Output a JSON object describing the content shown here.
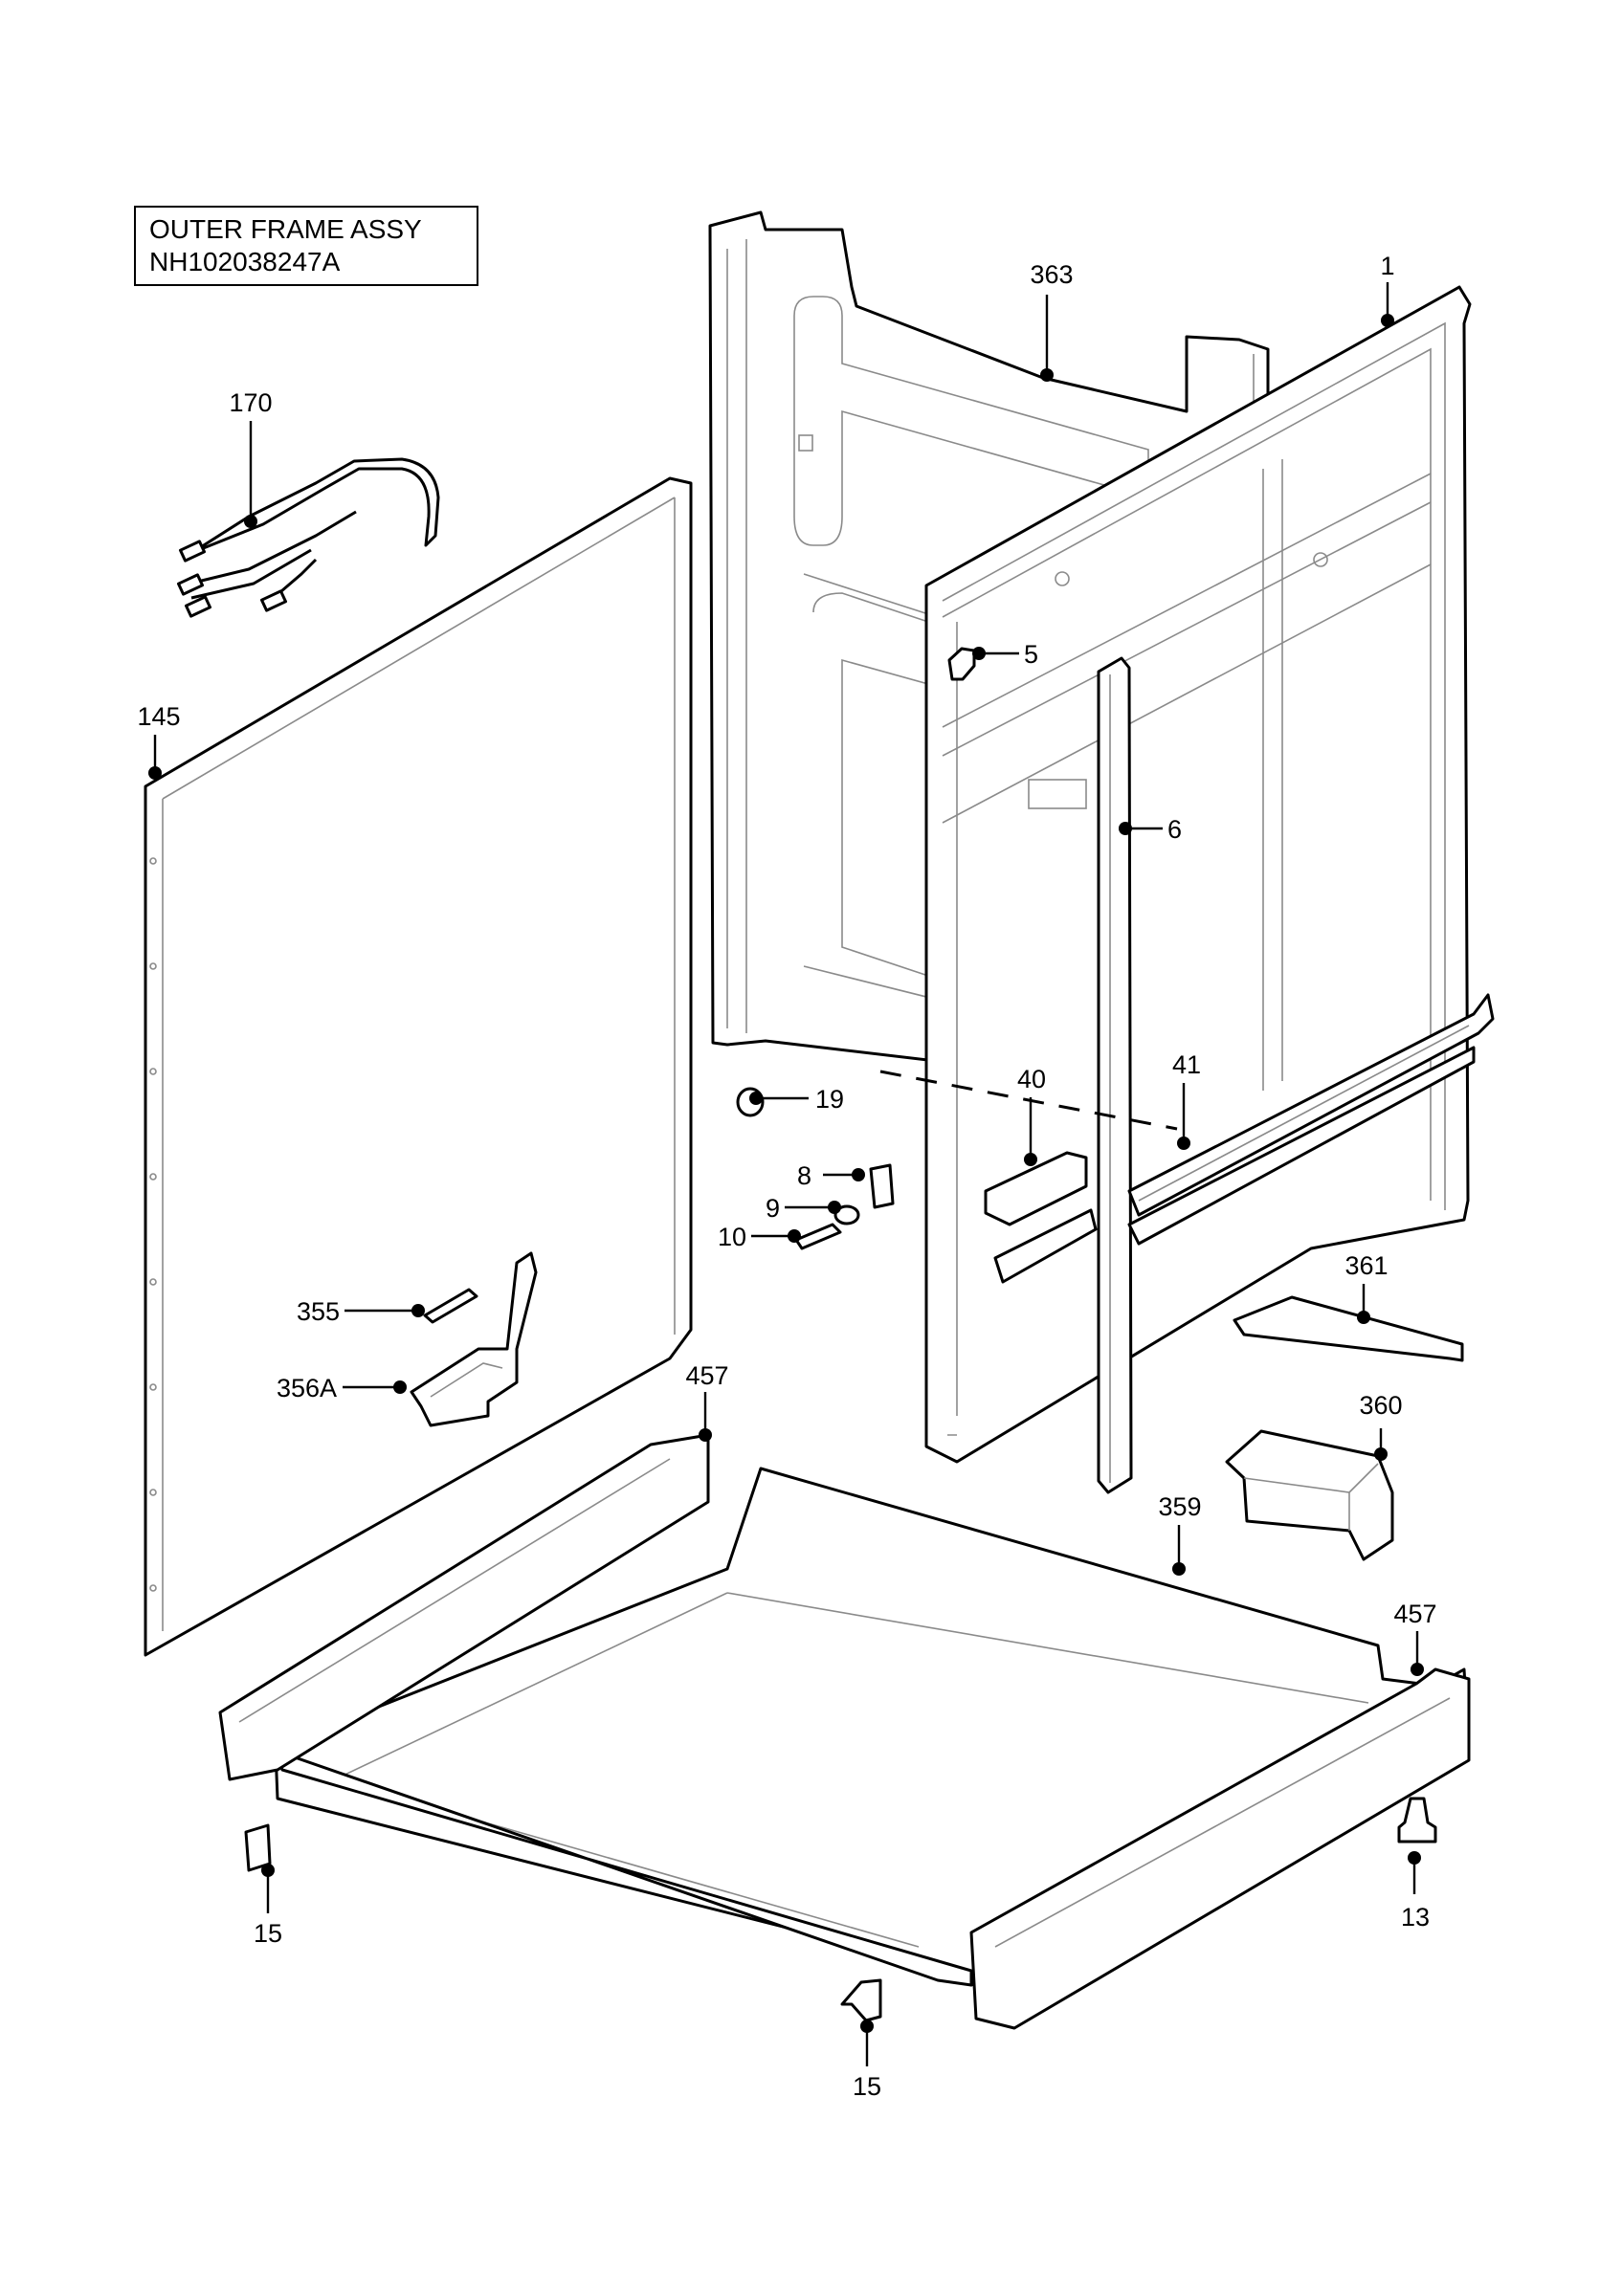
{
  "title": {
    "line1": "OUTER FRAME ASSY",
    "line2": "NH102038247A"
  },
  "callouts": {
    "c363": "363",
    "c1": "1",
    "c170": "170",
    "c145": "145",
    "c5": "5",
    "c6": "6",
    "c19": "19",
    "c40": "40",
    "c41": "41",
    "c8": "8",
    "c9": "9",
    "c10": "10",
    "c361": "361",
    "c355": "355",
    "c356A": "356A",
    "c457a": "457",
    "c360": "360",
    "c359": "359",
    "c457b": "457",
    "c15a": "15",
    "c13": "13",
    "c15b": "15"
  }
}
